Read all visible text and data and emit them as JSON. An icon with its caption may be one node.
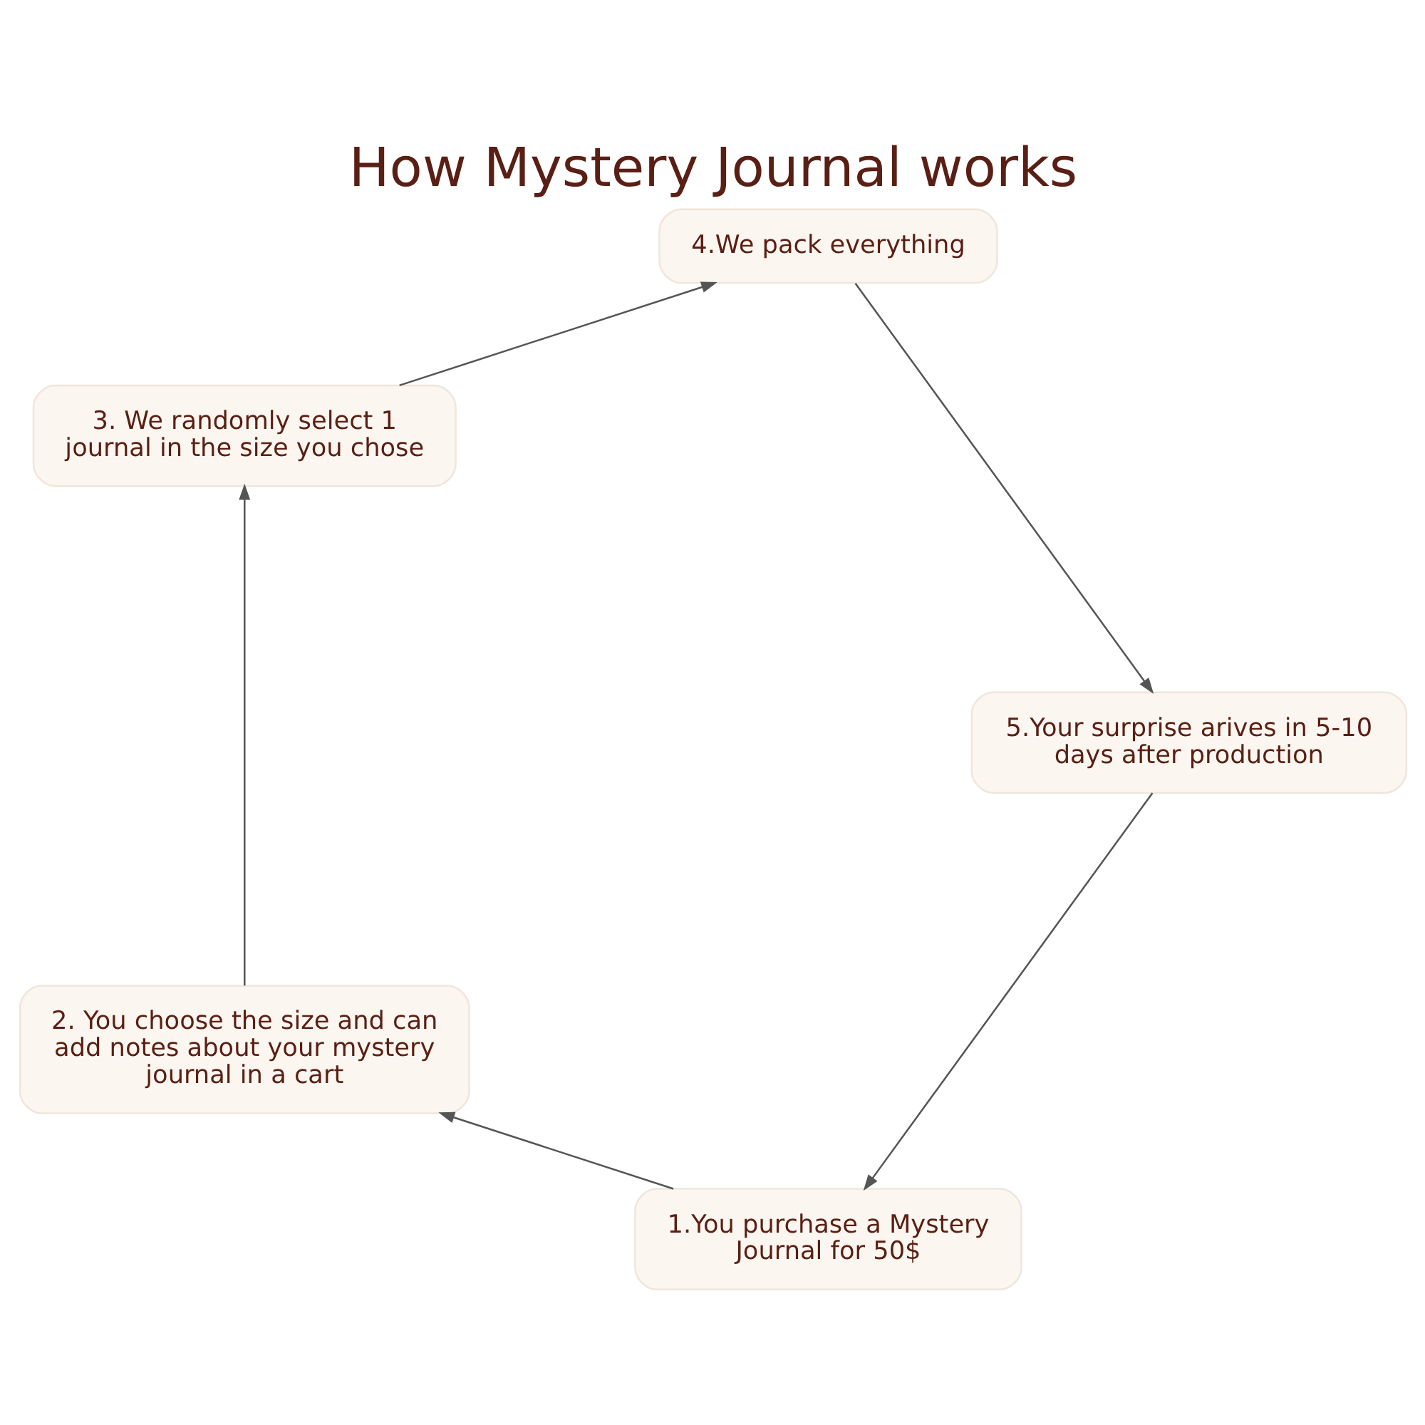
{
  "diagram": {
    "title": "How Mystery Journal works",
    "nodes": [
      {
        "text": [
          "1.You purchase a Mystery Journal for 50$"
        ]
      },
      {
        "text": [
          "2. You choose the size and can add notes about your mystery journal in a cart"
        ]
      },
      {
        "text": [
          "3. We randomly select 1 journal in the size you chose"
        ]
      },
      {
        "text": [
          "4.We pack everything"
        ]
      },
      {
        "text": [
          "5.Your surprise arives in 5-10 days after production"
        ]
      }
    ],
    "edges": [
      {
        "from": 0,
        "to": 1,
        "arrow": "to"
      },
      {
        "from": 1,
        "to": 2,
        "arrow": "to"
      },
      {
        "from": 2,
        "to": 3,
        "arrow": "to"
      },
      {
        "from": 3,
        "to": 4,
        "arrow": "to"
      },
      {
        "from": 4,
        "to": 0,
        "arrow": "to"
      }
    ]
  }
}
